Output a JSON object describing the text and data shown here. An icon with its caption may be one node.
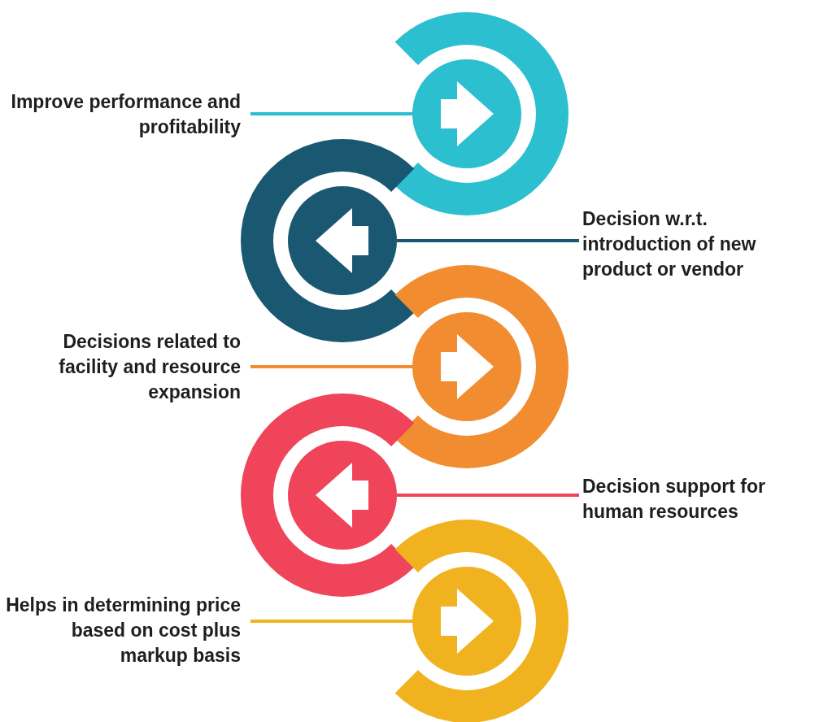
{
  "diagram": {
    "nodes": [
      {
        "text": [
          "Improve performance and profitability"
        ]
      },
      {
        "text": [],
        "shape": "circle"
      },
      {
        "text": [],
        "shape": "circle"
      },
      {
        "text": [
          "Decision w.r.t. introduction of new product or vendor"
        ]
      },
      {
        "text": [
          "Decisions related to facility and resource expansion"
        ]
      },
      {
        "text": [],
        "shape": "circle"
      },
      {
        "text": [],
        "shape": "circle"
      },
      {
        "text": [
          "Decision support for human resources"
        ]
      },
      {
        "text": [
          "Helps in determining price based on cost plus markup basis"
        ]
      },
      {
        "text": [],
        "shape": "circle"
      }
    ],
    "edges": [
      {
        "from": 0,
        "to": 1,
        "arrow": "none",
        "color": "#2bbfcf"
      },
      {
        "from": 3,
        "to": 2,
        "arrow": "none",
        "color": "#1a5872"
      },
      {
        "from": 4,
        "to": 5,
        "arrow": "none",
        "color": "#f28c30"
      },
      {
        "from": 7,
        "to": 6,
        "arrow": "none",
        "color": "#ef4459"
      },
      {
        "from": 8,
        "to": 9,
        "arrow": "none",
        "color": "#f0b21f"
      }
    ]
  }
}
